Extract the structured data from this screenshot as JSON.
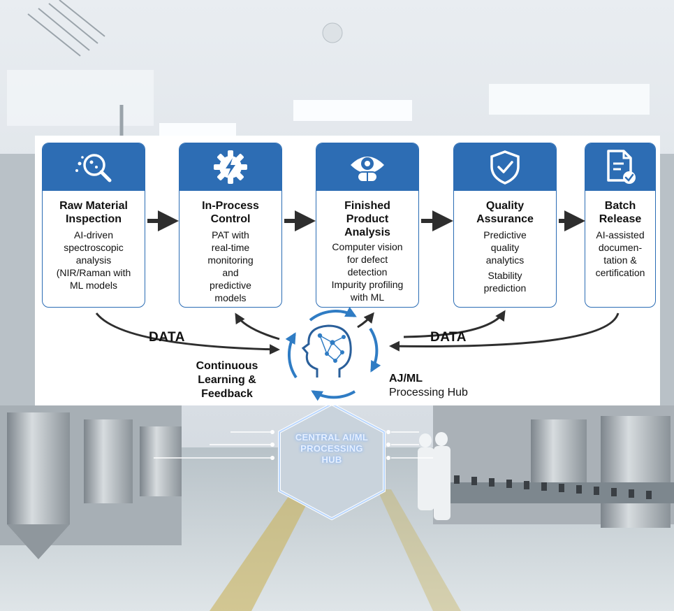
{
  "stages": [
    {
      "title": [
        "Raw Material",
        "Inspection"
      ],
      "description": [
        "AI-driven",
        "spectroscopic",
        "analysis",
        "(NIR/Raman with",
        "ML models"
      ],
      "icon": "magnifier-icon"
    },
    {
      "title": [
        "In-Process",
        "Control"
      ],
      "description": [
        "PAT with",
        "real-time",
        "monitoring",
        "and",
        "predictive",
        "models"
      ],
      "icon": "gear-bolt-icon"
    },
    {
      "title": [
        "Finished",
        "Product",
        "Analysis"
      ],
      "description": [
        "Computer vision",
        "for defect",
        "detection",
        "Impurity profiling",
        "with ML"
      ],
      "icon": "eye-pill-icon"
    },
    {
      "title": [
        "Quality",
        "Assurance"
      ],
      "description": [
        "Predictive",
        "quality",
        "analytics",
        "Stability",
        "prediction"
      ],
      "icon": "shield-check-icon"
    },
    {
      "title": [
        "Batch",
        "Release"
      ],
      "description": [
        "AI-assisted",
        "documen-",
        "tation &",
        "certification"
      ],
      "icon": "document-check-icon"
    }
  ],
  "labels": {
    "data_left": "DATA",
    "data_right": "DATA",
    "loop": [
      "Continuous",
      "Learning &",
      "Feedback"
    ],
    "hub_title": "AJ/ML",
    "hub_subtitle": "Processing Hub",
    "central_hub": [
      "CENTRAL AI/ML",
      "PROCESSING",
      "HUB"
    ]
  },
  "colors": {
    "card_header": "#2d6db4",
    "arrow": "#2e2e2e",
    "hub_ring": "#2f7cc4"
  }
}
